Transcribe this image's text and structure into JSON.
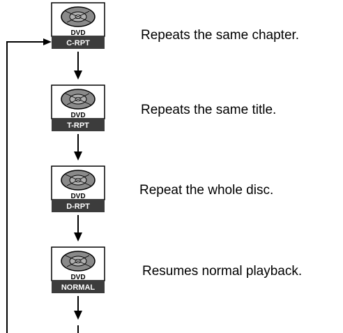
{
  "modes": [
    {
      "badge": "C-RPT",
      "disc_label": "DVD",
      "description": "Repeats the same chapter."
    },
    {
      "badge": "T-RPT",
      "disc_label": "DVD",
      "description": "Repeats the same title."
    },
    {
      "badge": "D-RPT",
      "disc_label": "DVD",
      "description": "Repeat the whole disc."
    },
    {
      "badge": "NORMAL",
      "disc_label": "DVD",
      "description": "Resumes normal playback."
    }
  ],
  "icons": {
    "disc": "dvd-disc-icon",
    "arrow": "down-arrow-icon"
  },
  "colors": {
    "badge_bg": "#3c3c3c",
    "badge_text": "#ffffff",
    "line": "#000000",
    "disc_fill": "#8a8a8a"
  }
}
